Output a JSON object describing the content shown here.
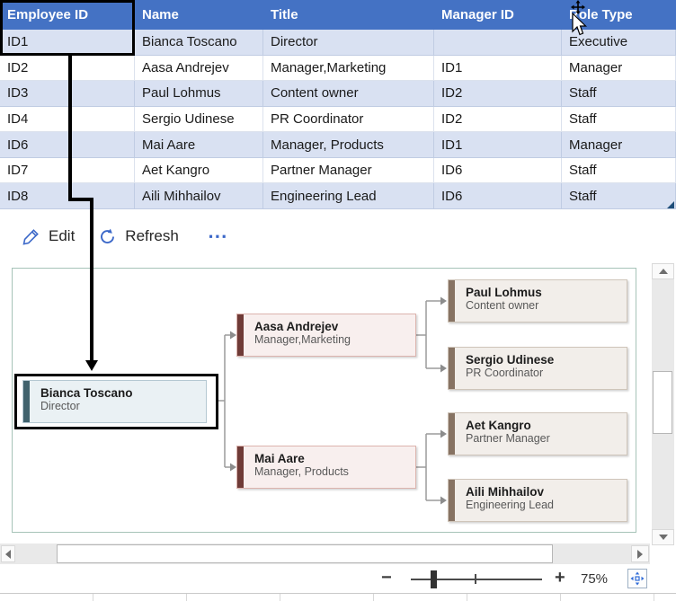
{
  "table": {
    "columns": [
      "Employee ID",
      "Name",
      "Title",
      "Manager ID",
      "Role Type"
    ],
    "rows": [
      [
        "ID1",
        "Bianca Toscano",
        "Director",
        "",
        "Executive"
      ],
      [
        "ID2",
        "Aasa Andrejev",
        "Manager,Marketing",
        "ID1",
        "Manager"
      ],
      [
        "ID3",
        "Paul Lohmus",
        "Content owner",
        "ID2",
        "Staff"
      ],
      [
        "ID4",
        "Sergio Udinese",
        "PR Coordinator",
        "ID2",
        "Staff"
      ],
      [
        "ID6",
        "Mai Aare",
        "Manager, Products",
        "ID1",
        "Manager"
      ],
      [
        "ID7",
        "Aet Kangro",
        "Partner Manager",
        "ID6",
        "Staff"
      ],
      [
        "ID8",
        "Aili Mihhailov",
        "Engineering Lead",
        "ID6",
        "Staff"
      ]
    ]
  },
  "toolbar": {
    "edit_label": "Edit",
    "refresh_label": "Refresh",
    "more_label": "⋯"
  },
  "org_chart": {
    "nodes": [
      {
        "name": "Bianca Toscano",
        "title": "Director",
        "style": "blue-selected"
      },
      {
        "name": "Aasa Andrejev",
        "title": "Manager,Marketing",
        "style": "pink"
      },
      {
        "name": "Paul Lohmus",
        "title": "Content owner",
        "style": "taupe"
      },
      {
        "name": "Sergio Udinese",
        "title": "PR Coordinator",
        "style": "taupe"
      },
      {
        "name": "Mai Aare",
        "title": "Manager, Products",
        "style": "pink"
      },
      {
        "name": "Aet Kangro",
        "title": "Partner Manager",
        "style": "taupe"
      },
      {
        "name": "Aili Mihhailov",
        "title": "Engineering Lead",
        "style": "taupe"
      }
    ]
  },
  "zoom": {
    "level": "75%",
    "minus": "−",
    "plus": "+"
  },
  "icons": {
    "edit": "pencil-icon",
    "refresh": "refresh-icon",
    "more": "ellipsis-icon",
    "fit": "fit-to-window-icon",
    "cursor": "move-cursor-icon"
  },
  "colors": {
    "header_blue": "#4472C4",
    "band_blue": "#D9E1F2",
    "accent_maroon": "#6F3B37",
    "accent_taupe": "#877363",
    "accent_teal": "#40626D",
    "chart_border_green": "#A6C3B8",
    "command_blue": "#3A67C8",
    "annotation_black": "#000000"
  }
}
